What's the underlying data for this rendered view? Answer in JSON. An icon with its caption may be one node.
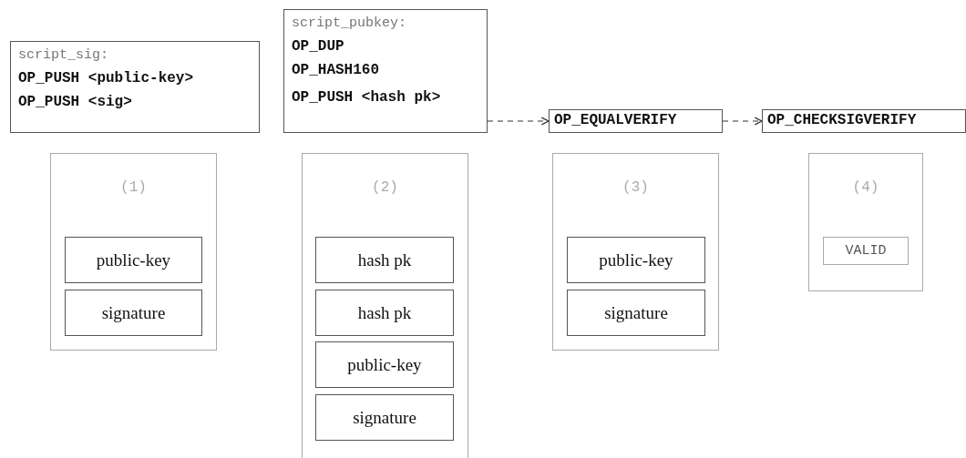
{
  "diagram": {
    "nodes": [
      {
        "text": [
          "script_sig:",
          "OP_PUSH <public-key>",
          "OP_PUSH <sig>"
        ]
      },
      {
        "text": [
          "script_pubkey:",
          "OP_DUP",
          "OP_HASH160",
          "OP_PUSH <hash pk>"
        ]
      },
      {
        "text": [
          "OP_EQUALVERIFY"
        ]
      },
      {
        "text": [
          "OP_CHECKSIGVERIFY"
        ]
      },
      {
        "text": [
          "(1)"
        ]
      },
      {
        "text": [
          "public-key"
        ],
        "in": 4
      },
      {
        "text": [
          "signature"
        ],
        "in": 4
      },
      {
        "text": [
          "(2)"
        ]
      },
      {
        "text": [
          "hash pk"
        ],
        "in": 7
      },
      {
        "text": [
          "hash pk"
        ],
        "in": 7
      },
      {
        "text": [
          "public-key"
        ],
        "in": 7
      },
      {
        "text": [
          "signature"
        ],
        "in": 7
      },
      {
        "text": [
          "(3)"
        ]
      },
      {
        "text": [
          "public-key"
        ],
        "in": 12
      },
      {
        "text": [
          "signature"
        ],
        "in": 12
      },
      {
        "text": [
          "(4)"
        ]
      },
      {
        "text": [
          "VALID"
        ],
        "in": 15
      }
    ],
    "edges": [
      {
        "from": 1,
        "to": 2,
        "arrow": "to",
        "style": "dashed"
      },
      {
        "from": 2,
        "to": 3,
        "arrow": "to",
        "style": "dashed"
      }
    ]
  }
}
